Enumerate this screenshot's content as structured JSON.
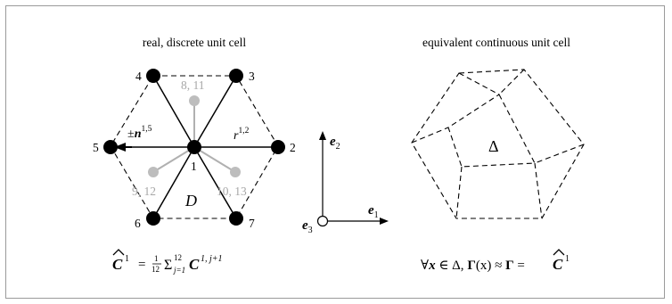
{
  "left_panel": {
    "title": "real, discrete unit cell",
    "node_labels": [
      "1",
      "2",
      "3",
      "4",
      "5",
      "6",
      "7"
    ],
    "gray_labels": [
      "8, 11",
      "9, 12",
      "10, 13"
    ],
    "normal_label_pm": "±",
    "normal_label_n": "n",
    "normal_label_sup": "1,5",
    "radius_label_r": "r",
    "radius_label_sup": "1,2",
    "domain_label": "D",
    "formula": {
      "c_hat_sup": "1",
      "equals": "=",
      "frac_num": "1",
      "frac_den": "12",
      "sum": "Σ",
      "sum_sup": "12",
      "sum_sub": "j=1",
      "c": "C",
      "c_sup": "1, j+1"
    }
  },
  "axes": {
    "e1": "e",
    "e1_sub": "1",
    "e2": "e",
    "e2_sub": "2",
    "e3": "e",
    "e3_sub": "3"
  },
  "right_panel": {
    "title": "equivalent continuous unit cell",
    "delta_label": "Δ",
    "formula": {
      "forall": "∀",
      "x": "x",
      "in_delta": " ∈ Δ, ",
      "gamma": "Γ",
      "paren_x": "(x)",
      "approx": " ≈ ",
      "gamma2": "Γ",
      "eq": " = ",
      "c_hat_sup": "1"
    }
  }
}
